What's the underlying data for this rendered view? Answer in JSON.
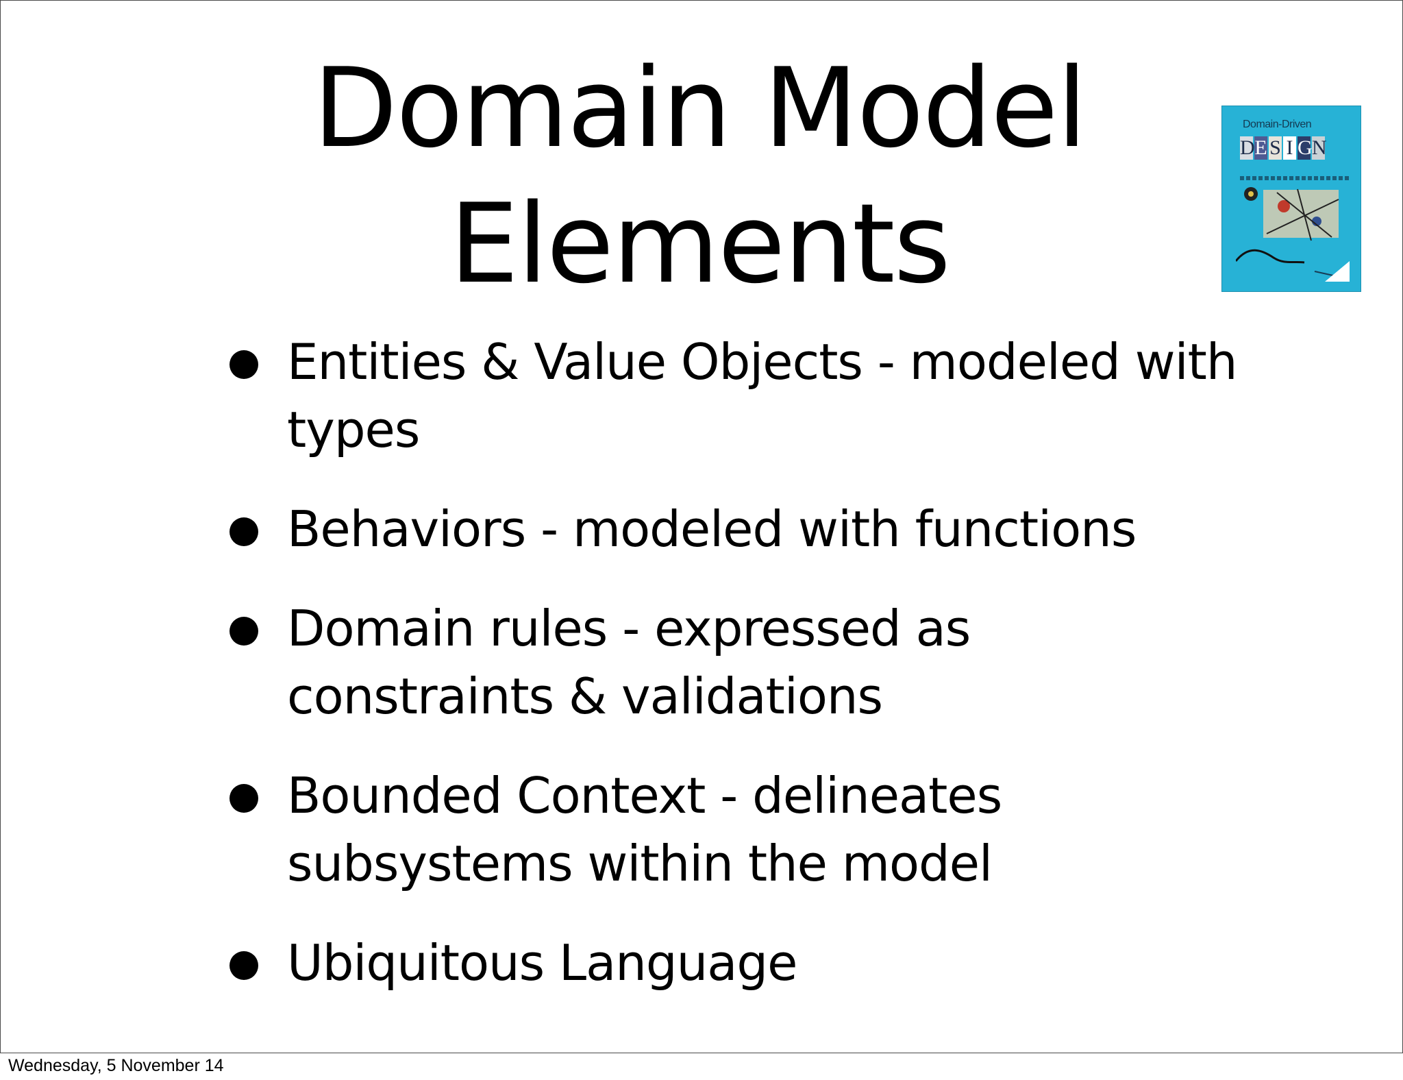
{
  "slide": {
    "title_lines": [
      "Domain Model",
      "Elements"
    ],
    "book_cover": {
      "top_text": "Domain-Driven",
      "title_letters": [
        "D",
        "E",
        "S",
        "I",
        "G",
        "N"
      ],
      "colors": {
        "background": "#27b2d6",
        "ink": "#143a52"
      }
    },
    "bullets": [
      "Entities & Value Objects - modeled with types",
      "Behaviors - modeled with functions",
      "Domain rules - expressed as constraints & validations",
      "Bounded Context - delineates subsystems within the model",
      "Ubiquitous Language"
    ]
  },
  "footer": {
    "date": "Wednesday, 5 November 14"
  }
}
